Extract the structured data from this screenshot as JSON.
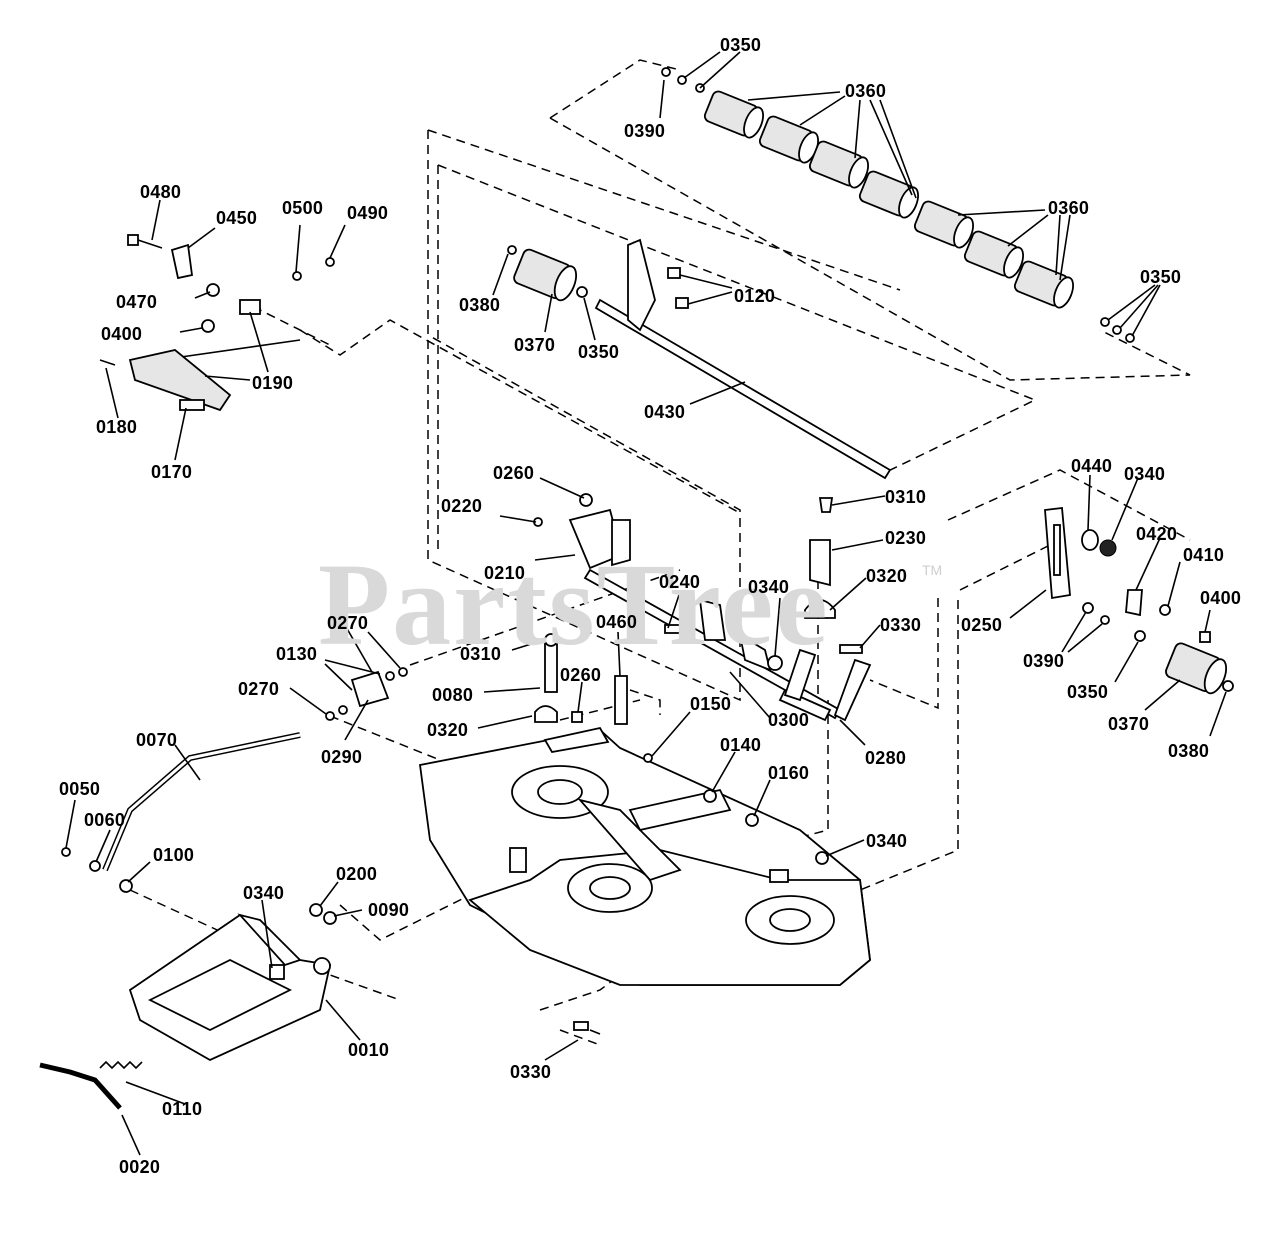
{
  "diagram": {
    "watermark": "PartsTree",
    "trademark": "TM",
    "callouts": [
      {
        "id": "c0350a",
        "text": "0350"
      },
      {
        "id": "c0390a",
        "text": "0390"
      },
      {
        "id": "c0360a",
        "text": "0360"
      },
      {
        "id": "c0360b",
        "text": "0360"
      },
      {
        "id": "c0350b",
        "text": "0350"
      },
      {
        "id": "c0480",
        "text": "0480"
      },
      {
        "id": "c0450",
        "text": "0450"
      },
      {
        "id": "c0500",
        "text": "0500"
      },
      {
        "id": "c0490",
        "text": "0490"
      },
      {
        "id": "c0470",
        "text": "0470"
      },
      {
        "id": "c0400a",
        "text": "0400"
      },
      {
        "id": "c0190",
        "text": "0190"
      },
      {
        "id": "c0180",
        "text": "0180"
      },
      {
        "id": "c0170",
        "text": "0170"
      },
      {
        "id": "c0380a",
        "text": "0380"
      },
      {
        "id": "c0370a",
        "text": "0370"
      },
      {
        "id": "c0350c",
        "text": "0350"
      },
      {
        "id": "c0120",
        "text": "0120"
      },
      {
        "id": "c0430",
        "text": "0430"
      },
      {
        "id": "c0260a",
        "text": "0260"
      },
      {
        "id": "c0220",
        "text": "0220"
      },
      {
        "id": "c0210",
        "text": "0210"
      },
      {
        "id": "c0240",
        "text": "0240"
      },
      {
        "id": "c0310a",
        "text": "0310"
      },
      {
        "id": "c0230",
        "text": "0230"
      },
      {
        "id": "c0340a",
        "text": "0340"
      },
      {
        "id": "c0320a",
        "text": "0320"
      },
      {
        "id": "c0330a",
        "text": "0330"
      },
      {
        "id": "c0440",
        "text": "0440"
      },
      {
        "id": "c0340b",
        "text": "0340"
      },
      {
        "id": "c0420",
        "text": "0420"
      },
      {
        "id": "c0410",
        "text": "0410"
      },
      {
        "id": "c0250",
        "text": "0250"
      },
      {
        "id": "c0400b",
        "text": "0400"
      },
      {
        "id": "c0390b",
        "text": "0390"
      },
      {
        "id": "c0350d",
        "text": "0350"
      },
      {
        "id": "c0370b",
        "text": "0370"
      },
      {
        "id": "c0380b",
        "text": "0380"
      },
      {
        "id": "c0270a",
        "text": "0270"
      },
      {
        "id": "c0130",
        "text": "0130"
      },
      {
        "id": "c0270b",
        "text": "0270"
      },
      {
        "id": "c0290",
        "text": "0290"
      },
      {
        "id": "c0310b",
        "text": "0310"
      },
      {
        "id": "c0460",
        "text": "0460"
      },
      {
        "id": "c0080",
        "text": "0080"
      },
      {
        "id": "c0260b",
        "text": "0260"
      },
      {
        "id": "c0320b",
        "text": "0320"
      },
      {
        "id": "c0300",
        "text": "0300"
      },
      {
        "id": "c0280",
        "text": "0280"
      },
      {
        "id": "c0150",
        "text": "0150"
      },
      {
        "id": "c0140",
        "text": "0140"
      },
      {
        "id": "c0160",
        "text": "0160"
      },
      {
        "id": "c0340c",
        "text": "0340"
      },
      {
        "id": "c0070",
        "text": "0070"
      },
      {
        "id": "c0050",
        "text": "0050"
      },
      {
        "id": "c0060",
        "text": "0060"
      },
      {
        "id": "c0100",
        "text": "0100"
      },
      {
        "id": "c0340d",
        "text": "0340"
      },
      {
        "id": "c0200",
        "text": "0200"
      },
      {
        "id": "c0090",
        "text": "0090"
      },
      {
        "id": "c0010",
        "text": "0010"
      },
      {
        "id": "c0110",
        "text": "0110"
      },
      {
        "id": "c0020",
        "text": "0020"
      },
      {
        "id": "c0330b",
        "text": "0330"
      }
    ]
  }
}
